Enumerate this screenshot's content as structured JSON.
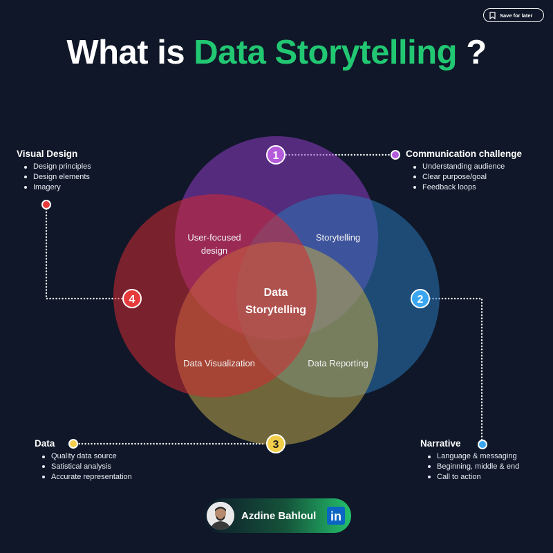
{
  "save": {
    "label": "Save for later",
    "icon": "bookmark-icon"
  },
  "title": {
    "prefix": "What is ",
    "accent": "Data Storytelling",
    "suffix": " ?",
    "accent_color": "#22c772"
  },
  "center": {
    "line1": "Data",
    "line2": "Storytelling"
  },
  "overlaps": {
    "user_focused_line1": "User-focused",
    "user_focused_line2": "design",
    "storytelling": "Storytelling",
    "data_visualization": "Data Visualization",
    "data_reporting": "Data Reporting"
  },
  "markers": [
    {
      "number": "1",
      "color": "#b35bd9"
    },
    {
      "number": "2",
      "color": "#3aa6ef"
    },
    {
      "number": "3",
      "color": "#f1cd4a"
    },
    {
      "number": "4",
      "color": "#e53b3b"
    }
  ],
  "sections": {
    "visual_design": {
      "title": "Visual Design",
      "items": [
        "Design principles",
        "Design elements",
        "Imagery"
      ]
    },
    "communication": {
      "title": "Communication challenge",
      "items": [
        "Understanding audience",
        "Clear purpose/goal",
        "Feedback loops"
      ]
    },
    "data": {
      "title": "Data",
      "items": [
        "Quality data source",
        "Satistical analysis",
        "Accurate representation"
      ]
    },
    "narrative": {
      "title": "Narrative",
      "items": [
        "Language & messaging",
        "Beginning, middle & end",
        "Call to action"
      ]
    }
  },
  "author": {
    "name": "Azdine Bahloul",
    "badge": "in"
  }
}
